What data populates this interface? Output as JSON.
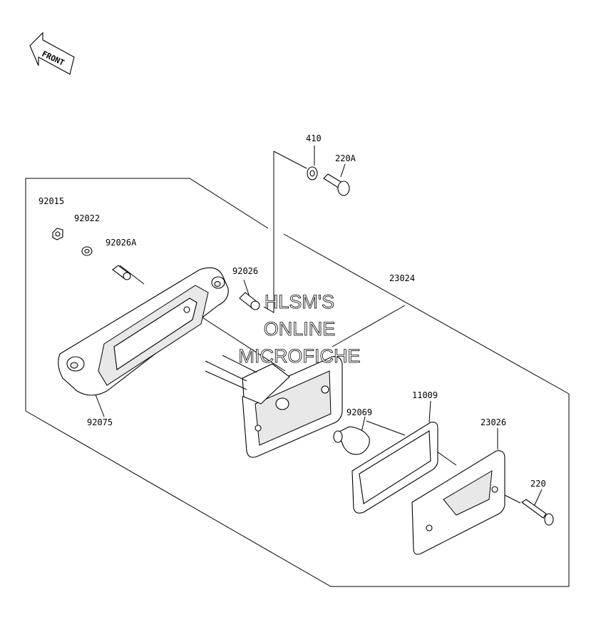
{
  "front_arrow": {
    "label": "FRONT",
    "icon": "front-arrow-icon"
  },
  "watermark": {
    "line1": "HLSM'S",
    "line2": "ONLINE",
    "line3": "MICROFICHE"
  },
  "parts": {
    "p410": "410",
    "p220A": "220A",
    "p92015": "92015",
    "p92022": "92022",
    "p92026A": "92026A",
    "p92026": "92026",
    "p23024": "23024",
    "p92075": "92075",
    "p92069": "92069",
    "p11009": "11009",
    "p23026": "23026",
    "p220": "220"
  }
}
